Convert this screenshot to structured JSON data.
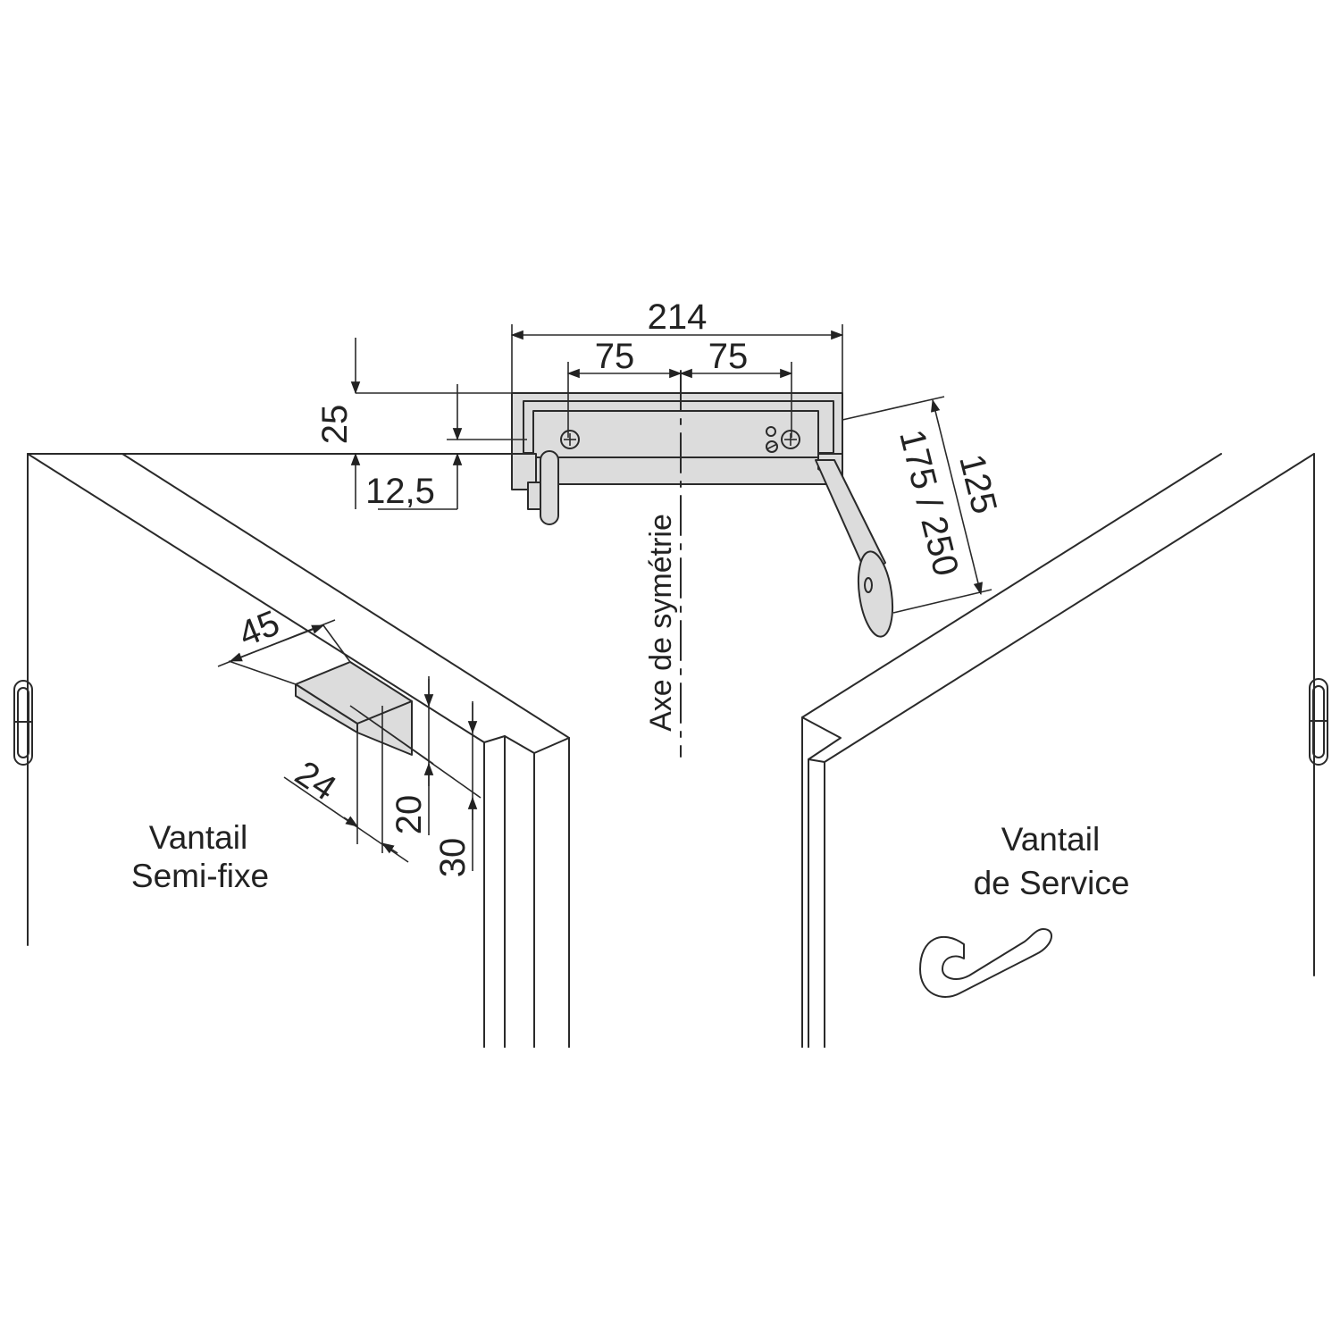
{
  "dimensions": {
    "overall_length": "214",
    "left_half": "75",
    "right_half": "75",
    "height": "25",
    "offset": "12,5",
    "arm_length": "175 / 250",
    "arm_offset": "125",
    "bracket_width": "45",
    "bracket_depth": "24",
    "bracket_height_inner": "20",
    "bracket_height_outer": "30"
  },
  "labels": {
    "axis": "Axe de symétrie",
    "left_leaf_line1": "Vantail",
    "left_leaf_line2": "Semi-fixe",
    "right_leaf_line1": "Vantail",
    "right_leaf_line2": "de Service"
  },
  "colors": {
    "line": "#2a2a2a",
    "part_fill": "#dcdcdc",
    "background": "#ffffff"
  }
}
